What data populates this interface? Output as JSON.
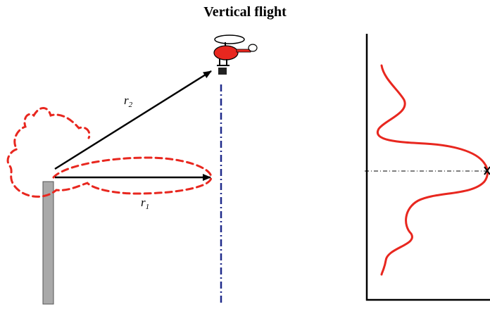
{
  "title": "Vertical flight",
  "labels": {
    "r2_main": "r",
    "r2_sub": "2",
    "r1_main": "r",
    "r1_sub": "1"
  },
  "colors": {
    "pattern": "#e8271f",
    "axis": "#000000",
    "centerline": "#1f2a8a",
    "mast": "#a9a9a9",
    "helicopter_body": "#e8271f"
  }
}
